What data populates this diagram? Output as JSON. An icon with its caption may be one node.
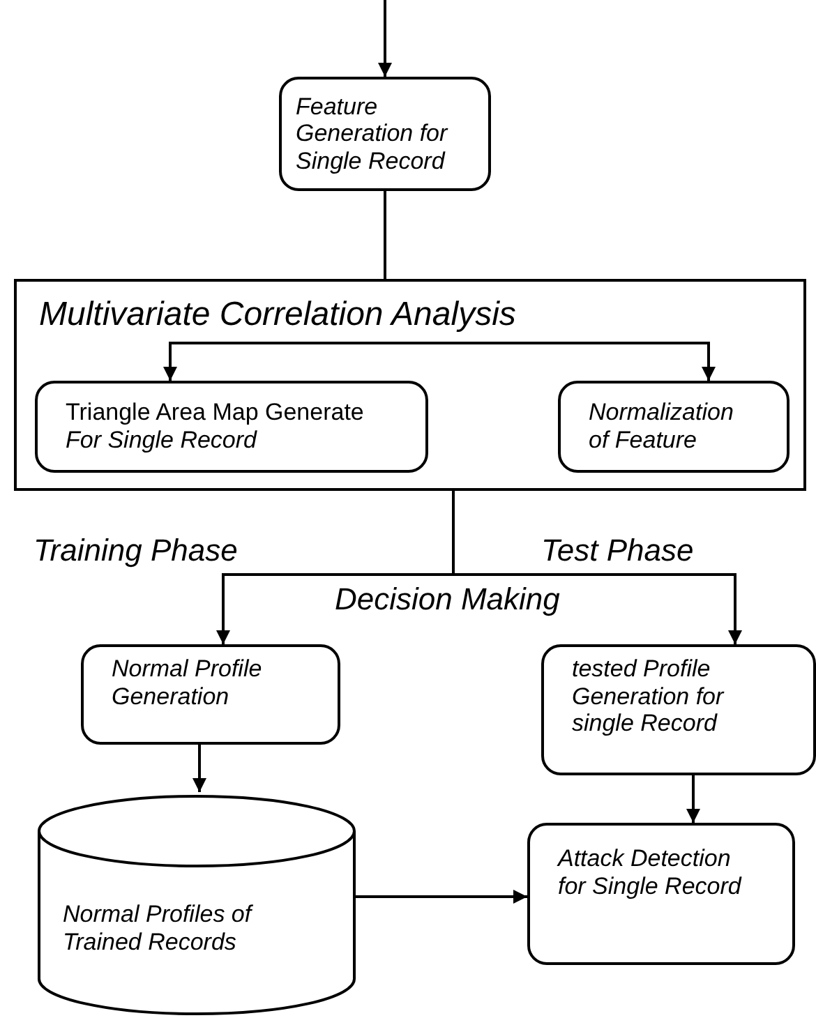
{
  "diagram": {
    "nodes": [
      {
        "text": [
          "Feature Generation for Single Record"
        ]
      },
      {
        "text": [
          "Multivariate Correlation Analysis"
        ]
      },
      {
        "text": [
          "Triangle Area Map Generate",
          "For Single Record"
        ],
        "in": 1
      },
      {
        "text": [
          "Normalization of Feature"
        ],
        "in": 1
      },
      {
        "text": [
          "Normal Profile Generation"
        ]
      },
      {
        "text": [
          "tested Profile Generation for single Record"
        ]
      },
      {
        "text": [
          "Normal Profiles of Trained Records"
        ]
      },
      {
        "text": [
          "Attack Detection for Single Record"
        ]
      }
    ],
    "edges": [
      {
        "from": null,
        "to": 0,
        "arrow": "to"
      },
      {
        "from": 0,
        "to": 1,
        "arrow": "none"
      },
      {
        "from": null,
        "to": 2,
        "arrow": "to"
      },
      {
        "from": null,
        "to": 3,
        "arrow": "to"
      },
      {
        "from": 1,
        "to": 4,
        "arrow": "to"
      },
      {
        "from": 1,
        "to": 5,
        "arrow": "to"
      },
      {
        "from": 4,
        "to": 6,
        "arrow": "to"
      },
      {
        "from": 5,
        "to": 7,
        "arrow": "to"
      },
      {
        "from": 6,
        "to": 7,
        "arrow": "to"
      }
    ],
    "labels": [
      "Training Phase",
      "Test Phase",
      "Decision Making"
    ]
  }
}
